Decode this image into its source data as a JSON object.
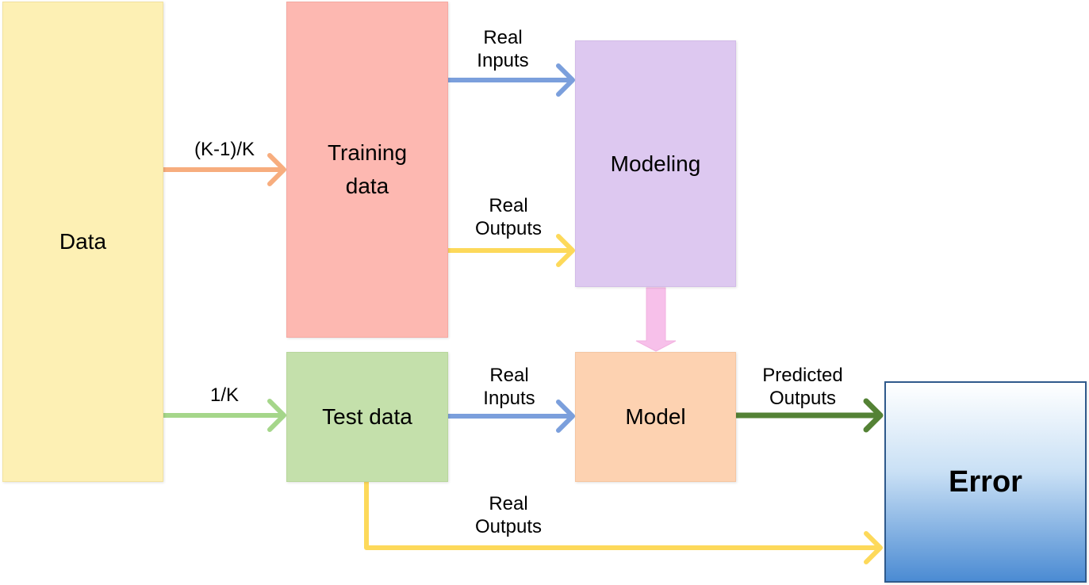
{
  "boxes": {
    "data": "Data",
    "training": "Training\ndata",
    "modeling": "Modeling",
    "test": "Test data",
    "model": "Model",
    "error": "Error"
  },
  "labels": {
    "k_minus_1_over_k": "(K-1)/K",
    "one_over_k": "1/K",
    "real_inputs_train": "Real\nInputs",
    "real_outputs_train": "Real\nOutputs",
    "real_inputs_test": "Real\nInputs",
    "predicted_outputs": "Predicted\nOutputs",
    "real_outputs_test": "Real\nOutputs"
  },
  "colors": {
    "orange_arrow": "#f7ad7e",
    "green_arrow": "#a5d68a",
    "blue_arrow": "#7b9fdc",
    "yellow_arrow": "#fdd95a",
    "dark_green_arrow": "#548235",
    "pink_arrow": "#f7c0ea"
  }
}
